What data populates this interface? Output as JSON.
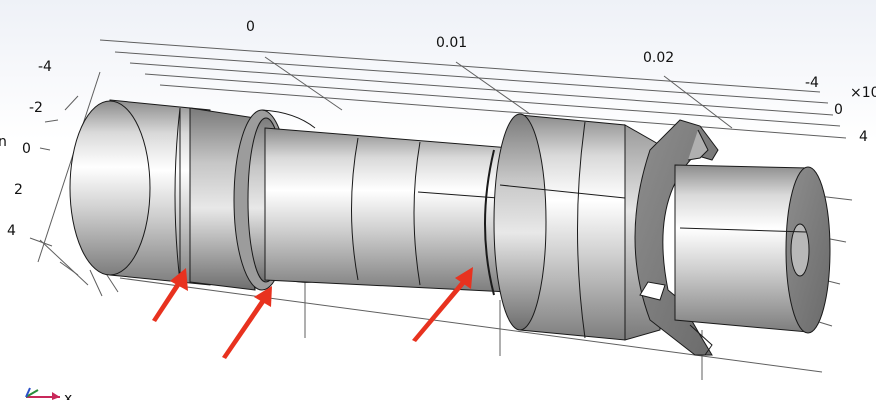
{
  "viewport": {
    "x_tick_labels": [
      "0",
      "0.01",
      "0.02"
    ],
    "y_tick_labels": [
      "-4",
      "0",
      "4"
    ],
    "y_exponent_label": "×10",
    "z_tick_labels": [
      "-4",
      "-2",
      "0",
      "2",
      "4"
    ],
    "z_axis_label": "n",
    "triad_label": "x"
  },
  "annotations": {
    "arrow_color": "#e8321f",
    "arrow_count": 3
  },
  "colors": {
    "model_fill": "#c8c8c8",
    "model_edge": "#1a1a1a",
    "grid": "#5f5f5f"
  }
}
